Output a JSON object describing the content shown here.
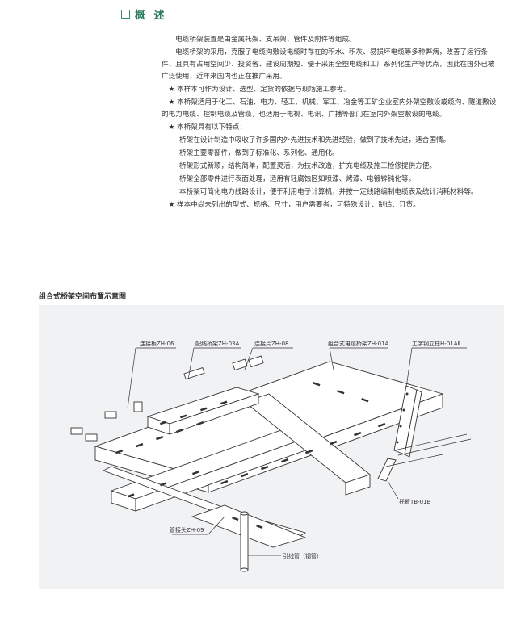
{
  "header": {
    "title": "概 述"
  },
  "paragraphs": [
    "电缆桥架装置是由金属托架、支吊架、管件及附件等组成。",
    "电缆桥架的采用，克服了电缆沟敷设电缆时存在的积水、积灰、易损坏电缆等多种弊病，改善了运行条件，且具有占用空间少、投资省、建设周期短、便于采用全塑电缆和工厂系列化生产等优点，因此在国外已被广泛使用，近年来国内也正在推广采用。",
    "★ 本样本可作为设计、选型、定货的依据与现场施工参考。",
    "★ 本桥架适用于化工、石油、电力、轻工、机械、军工、冶金等工矿企业室内外架空敷设或缆沟、隧道敷设的电力电缆、控制电缆及管缆，也适用于电视、电讯、广播等部门在室内外架空敷设的电缆。",
    "★ 本桥架具有以下特点：",
    "桥架在设计制造中吸收了许多国内外先进技术和先进经验，做到了技术先进，适合国情。",
    "桥架主要零部件，做到了标准化、系列化、通用化。",
    "桥架形式新颖，结构简单，配置灵活，为技术改造，扩充电缆及施工检修提供方便。",
    "桥架全部零件进行表面处理，适用有轻腐蚀区如喷漆、烤漆、电镀锌钝化等。",
    "本桥架可简化电力线路设计，便于利用电子计算机，并按一定线路编制电缆表及统计消耗材料等。",
    "★ 样本中尚未列出的型式、规格、尺寸，用户需要者，可特殊设计、制造、订货。"
  ],
  "diagram": {
    "title": "组合式桥架空间布置示意图",
    "labels": {
      "zh06": "连接板ZH-06",
      "zh03a": "配线桥架ZH-03A",
      "zh08": "连接片ZH-08",
      "zh01a": "组合式电缆桥架ZH-01A",
      "h01a": "工字钢立柱H-01AⅡ",
      "tb01b": "托臂TB-01B",
      "zh09": "管接头ZH-09",
      "pipe": "引线管（钢管）"
    }
  }
}
